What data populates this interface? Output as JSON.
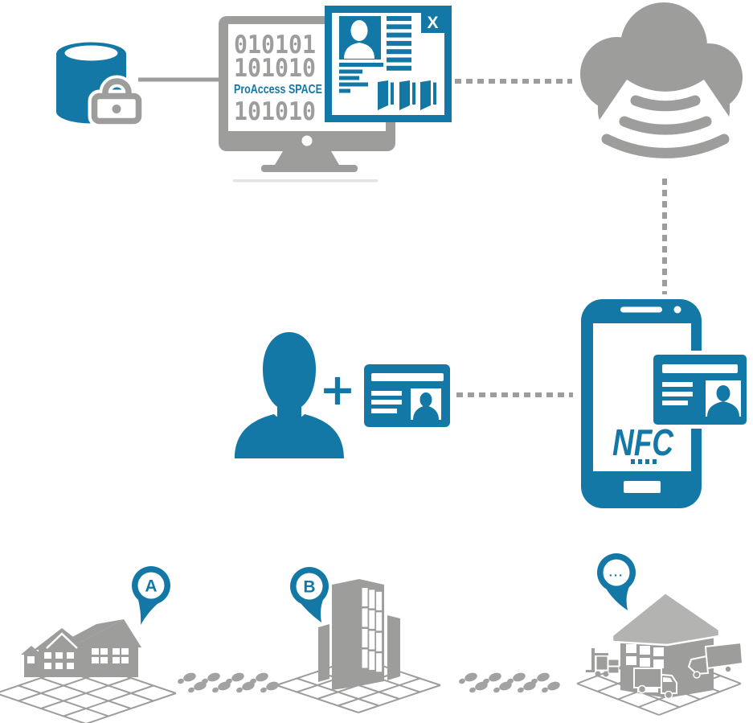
{
  "colors": {
    "brand_blue": "#1478A6",
    "gray": "#9D9D9C",
    "roof_gray": "#B3B3B2"
  },
  "management_station": {
    "monitor": {
      "binary_line_1": "010101",
      "binary_line_2": "101010",
      "app_name": "ProAccess SPACE",
      "binary_line_3": "101010"
    },
    "badge_window": {
      "close_label": "X"
    }
  },
  "issuance": {
    "plus_sign": "+"
  },
  "mobile": {
    "nfc_label": "NFC"
  },
  "locations": [
    {
      "type": "house",
      "pin_label": "A"
    },
    {
      "type": "office-building",
      "pin_label": "B"
    },
    {
      "type": "warehouse",
      "pin_label": "..."
    }
  ]
}
